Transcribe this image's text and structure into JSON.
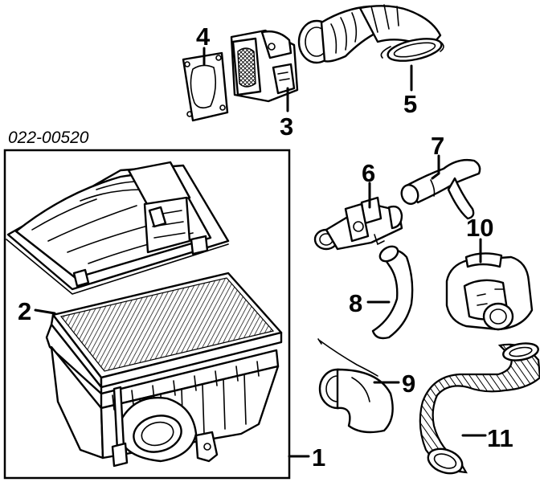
{
  "diagram": {
    "reference_code": "022-00520",
    "callouts": [
      "1",
      "2",
      "3",
      "4",
      "5",
      "6",
      "7",
      "8",
      "9",
      "10",
      "11"
    ],
    "colors": {
      "ink": "#000000",
      "paper": "#ffffff"
    }
  }
}
